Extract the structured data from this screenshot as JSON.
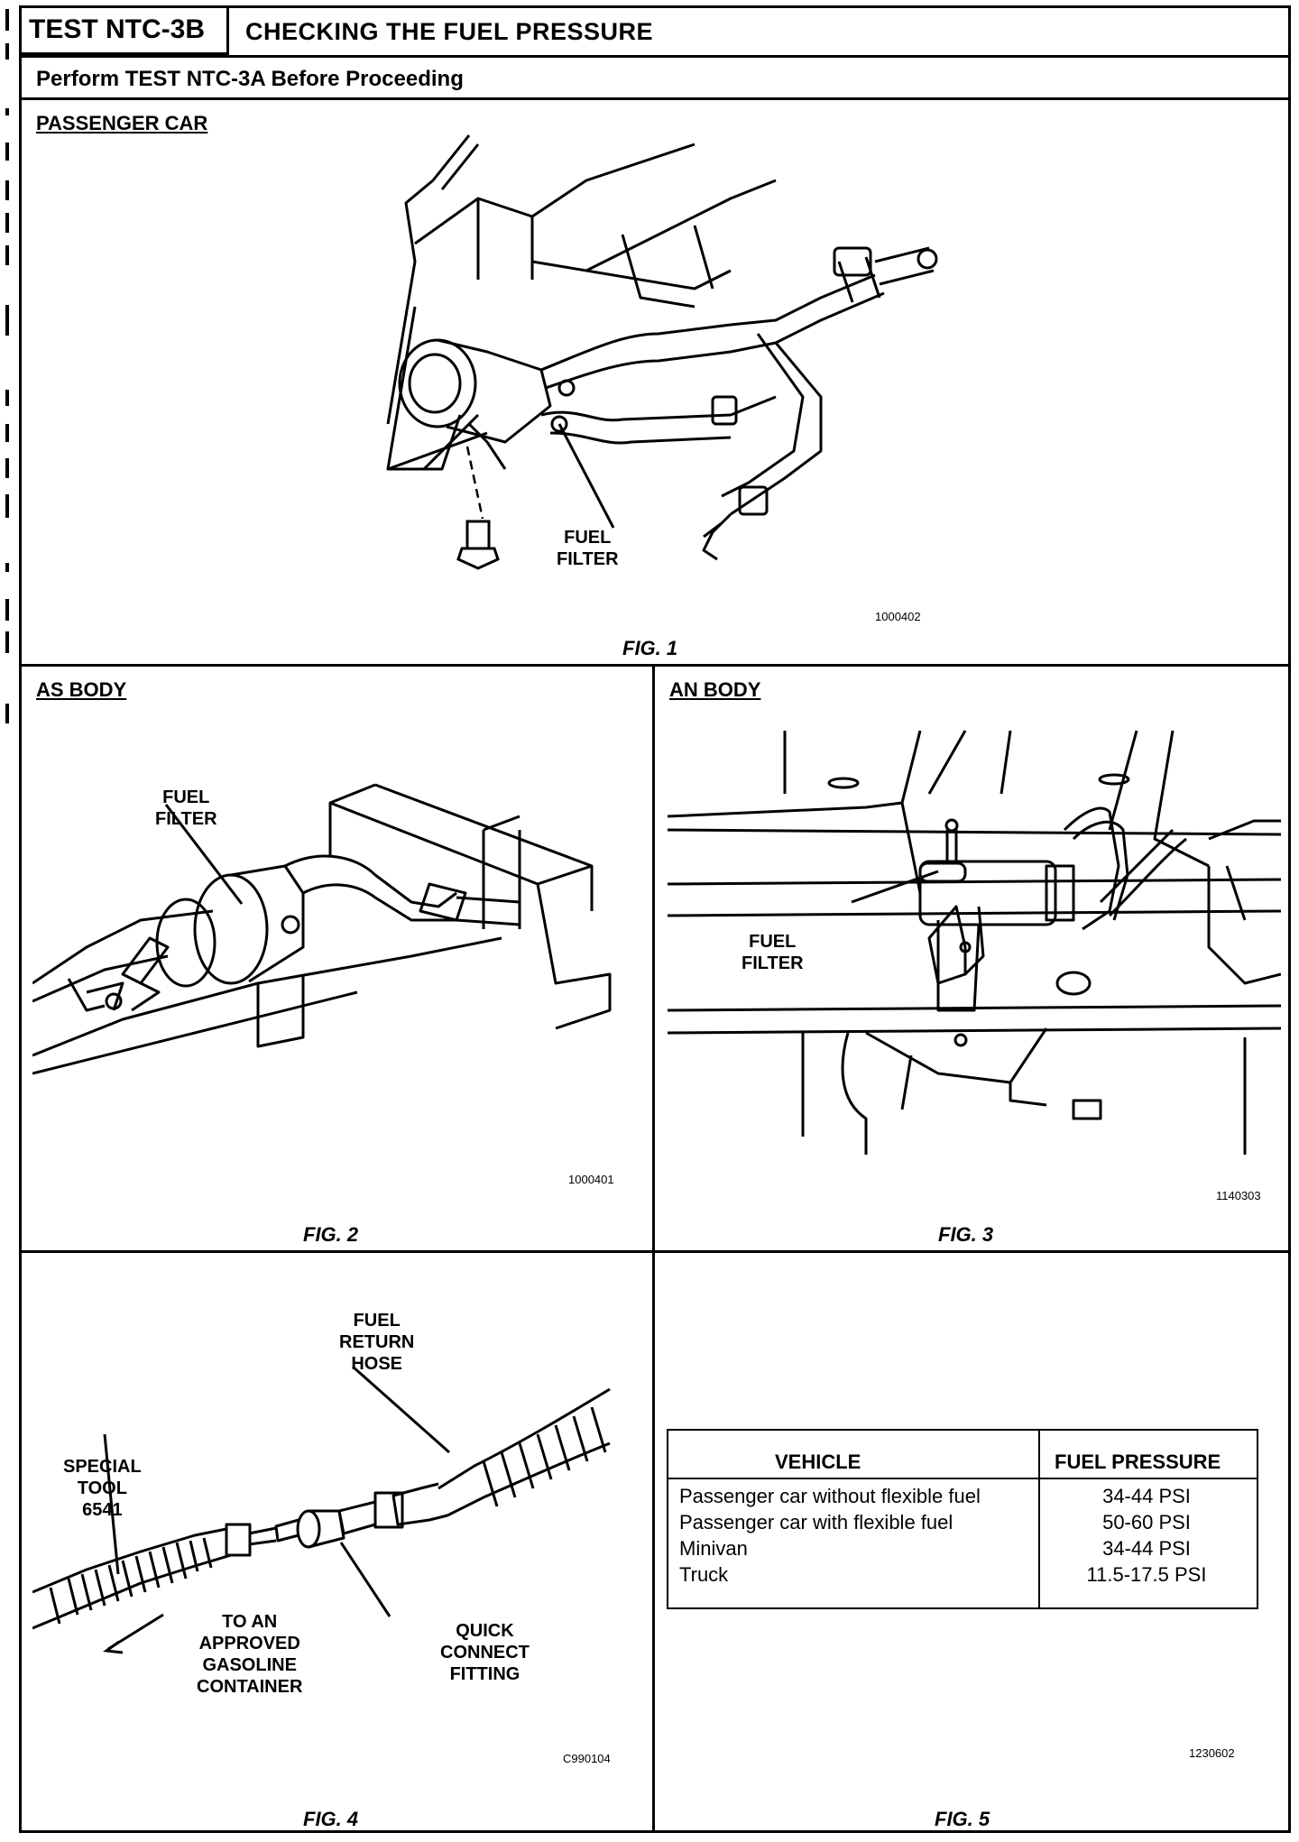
{
  "header": {
    "test_id": "TEST NTC-3B",
    "title": "CHECKING THE FUEL PRESSURE",
    "subtitle": "Perform TEST NTC-3A Before Proceeding"
  },
  "fig1": {
    "section": "PASSENGER CAR",
    "label": "FUEL\nFILTER",
    "code": "1000402",
    "caption": "FIG. 1"
  },
  "fig2": {
    "section": "AS BODY",
    "label": "FUEL\nFILTER",
    "code": "1000401",
    "caption": "FIG. 2"
  },
  "fig3": {
    "section": "AN BODY",
    "label": "FUEL\nFILTER",
    "code": "1140303",
    "caption": "FIG. 3"
  },
  "fig4": {
    "label_hose": "FUEL\nRETURN\nHOSE",
    "label_tool": "SPECIAL\nTOOL\n6541",
    "label_container": "TO AN\nAPPROVED\nGASOLINE\nCONTAINER",
    "label_fitting": "QUICK\nCONNECT\nFITTING",
    "code": "C990104",
    "caption": "FIG. 4"
  },
  "fig5": {
    "table": {
      "headers": [
        "VEHICLE",
        "FUEL PRESSURE"
      ],
      "rows": [
        [
          "Passenger car without flexible fuel",
          "34-44 PSI"
        ],
        [
          "Passenger car with flexible fuel",
          "50-60 PSI"
        ],
        [
          "Minivan",
          "34-44 PSI"
        ],
        [
          "Truck",
          "11.5-17.5 PSI"
        ]
      ]
    },
    "code": "1230602",
    "caption": "FIG. 5"
  }
}
